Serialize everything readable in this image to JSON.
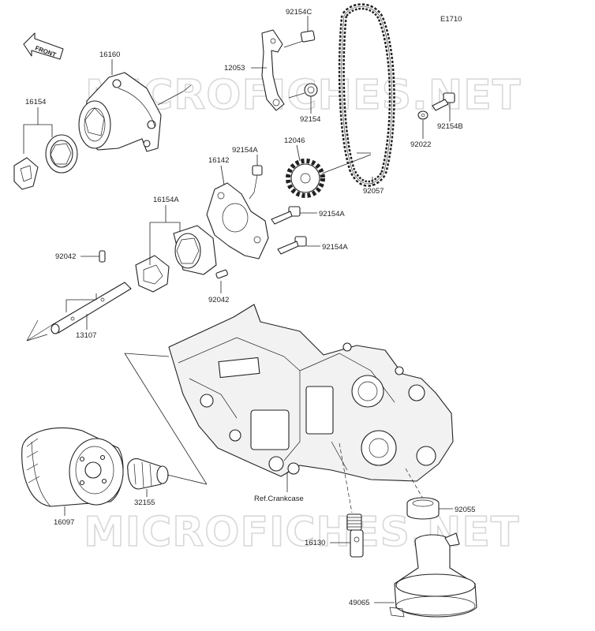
{
  "diagram_id": "E1710",
  "front_label": "FRONT",
  "watermark": "MICROFICHES.NET",
  "ref_label": "Ref.Crankcase",
  "parts": {
    "p16160": "16160",
    "p16154": "16154",
    "p12053": "12053",
    "p92154c": "92154C",
    "p92154": "92154",
    "p92022": "92022",
    "p92154b": "92154B",
    "p92057": "92057",
    "p12046": "12046",
    "p92154a_1": "92154A",
    "p16142": "16142",
    "p92154a_2": "92154A",
    "p92154a_3": "92154A",
    "p16154a": "16154A",
    "p92042_1": "92042",
    "p92042_2": "92042",
    "p13107": "13107",
    "p16097": "16097",
    "p32155": "32155",
    "p92055": "92055",
    "p16130": "16130",
    "p49065": "49065"
  }
}
